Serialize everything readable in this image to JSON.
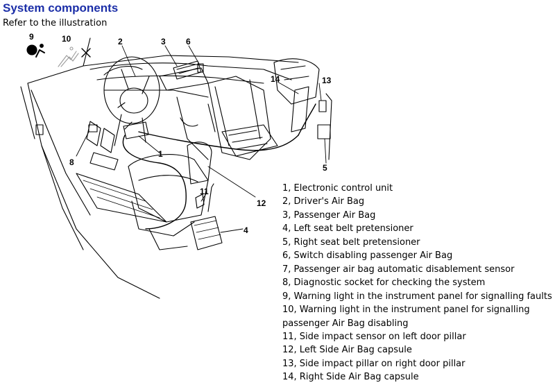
{
  "header": {
    "title": "System components",
    "subtitle": "Refer to the illustration"
  },
  "callouts": {
    "c1": "1",
    "c2": "2",
    "c3": "3",
    "c4": "4",
    "c5": "5",
    "c6": "6",
    "c8": "8",
    "c9": "9",
    "c10": "10",
    "c11": "11",
    "c12": "12",
    "c13": "13",
    "c14": "14"
  },
  "legend": [
    "1, Electronic control unit",
    "2, Driver's Air Bag",
    "3, Passenger Air Bag",
    "4, Left seat belt pretensioner",
    "5, Right seat belt pretensioner",
    "6, Switch disabling passenger Air Bag",
    "7, Passenger air bag automatic disablement sensor",
    "8, Diagnostic socket for checking the system",
    "9, Warning light in the instrument panel for signalling faults",
    "10, Warning light in the instrument panel for signalling",
    "passenger Air Bag disabling",
    "11, Side impact sensor on left door pillar",
    "12, Left Side Air Bag capsule",
    "13, Side impact pillar on right door pillar",
    "14, Right Side Air Bag capsule"
  ],
  "icons": {
    "airbag_warning": "airbag-warning-icon",
    "passenger_airbag_off": "passenger-airbag-off-icon"
  }
}
